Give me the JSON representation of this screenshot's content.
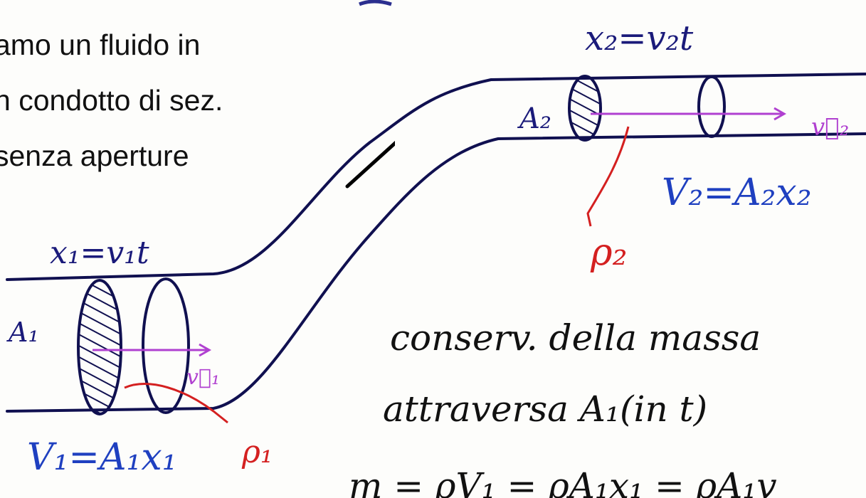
{
  "slide": {
    "typed_lines": [
      "amo un fluido in",
      "n condotto di sez.",
      " senza aperture"
    ]
  },
  "diagram": {
    "x2_eq": "x₂=v₂t",
    "a2_label": "A₂",
    "v2_vec": "v⃗₂",
    "vol2_eq": "V₂=A₂x₂",
    "rho2": "ρ₂",
    "x1_eq": "x₁=v₁t",
    "a1_label": "A₁",
    "v1_vec": "v⃗₁",
    "rho1": "ρ₁",
    "vol1_eq": "V₁=A₁x₁",
    "conserv_line1": "conserv. della massa",
    "conserv_line2": "attraversa A₁(in t)",
    "mass_eq": "m = ρV₁ = ρA₁x₁ = ρA₁v"
  }
}
